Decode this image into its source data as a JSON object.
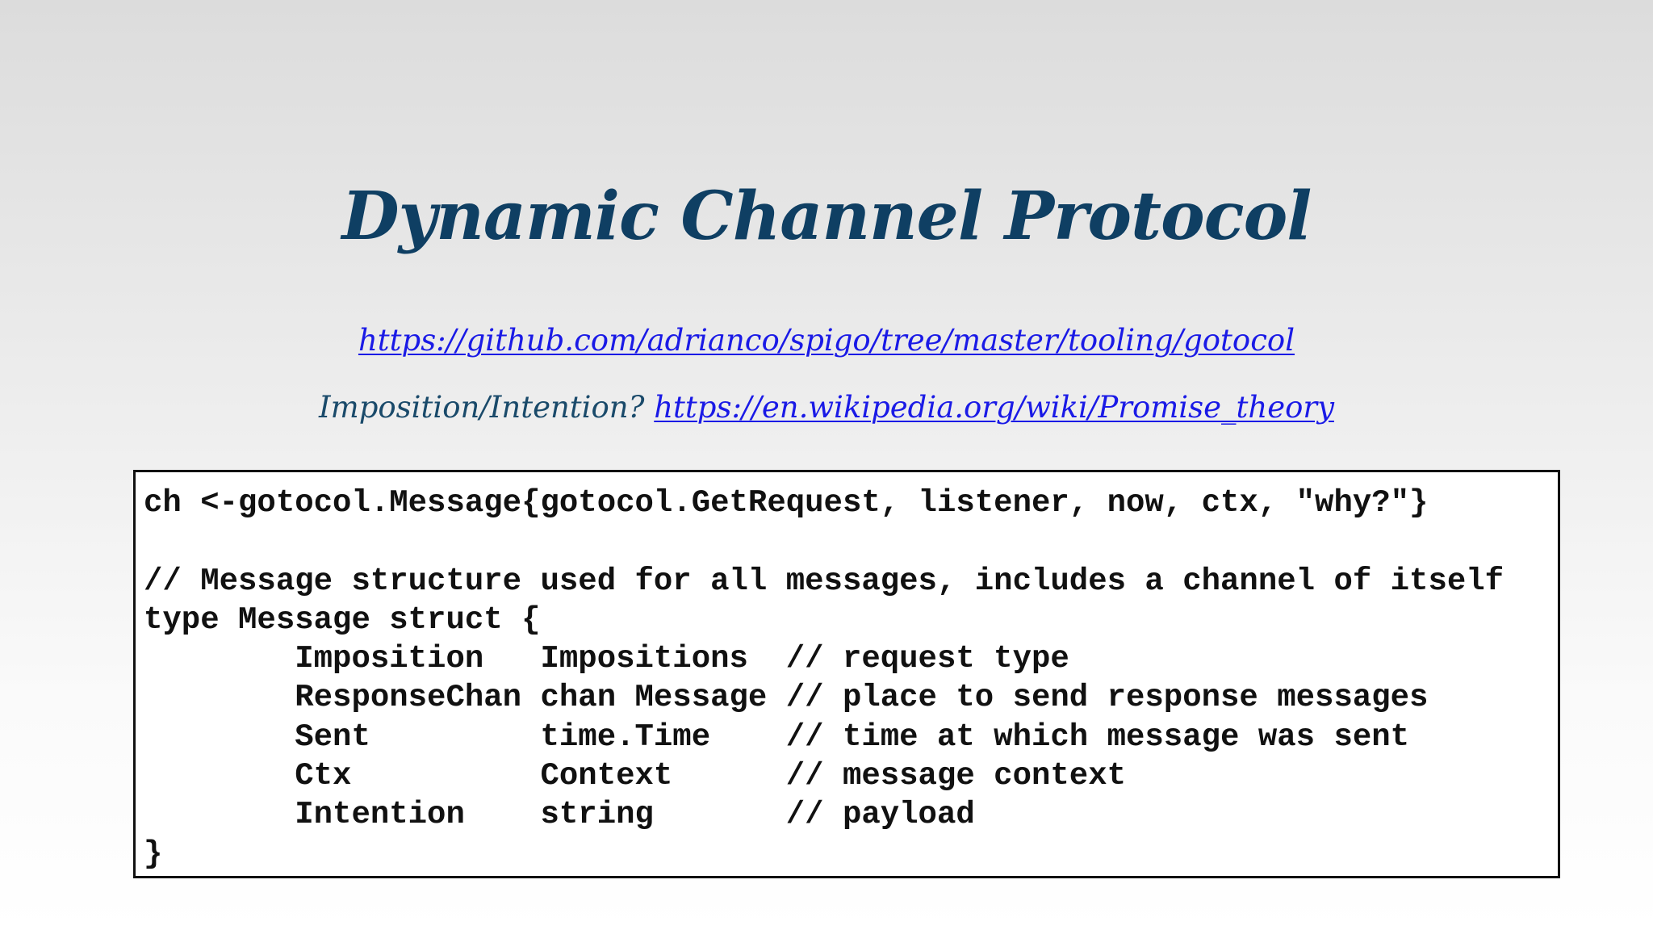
{
  "slide": {
    "title": "Dynamic Channel Protocol",
    "link1": "https://github.com/adrianco/spigo/tree/master/tooling/gotocol",
    "question": "Imposition/Intention? ",
    "link2": "https://en.wikipedia.org/wiki/Promise_theory"
  },
  "code": {
    "lines": [
      "ch <-gotocol.Message{gotocol.GetRequest, listener, now, ctx, \"why?\"}",
      "",
      "// Message structure used for all messages, includes a channel of itself",
      "type Message struct {",
      "        Imposition   Impositions  // request type",
      "        ResponseChan chan Message // place to send response messages",
      "        Sent         time.Time    // time at which message was sent",
      "        Ctx          Context      // message context",
      "        Intention    string       // payload",
      "}"
    ]
  },
  "colors": {
    "title": "#0f3f63",
    "link": "#1a1ae6",
    "text": "#1a4a6a"
  }
}
